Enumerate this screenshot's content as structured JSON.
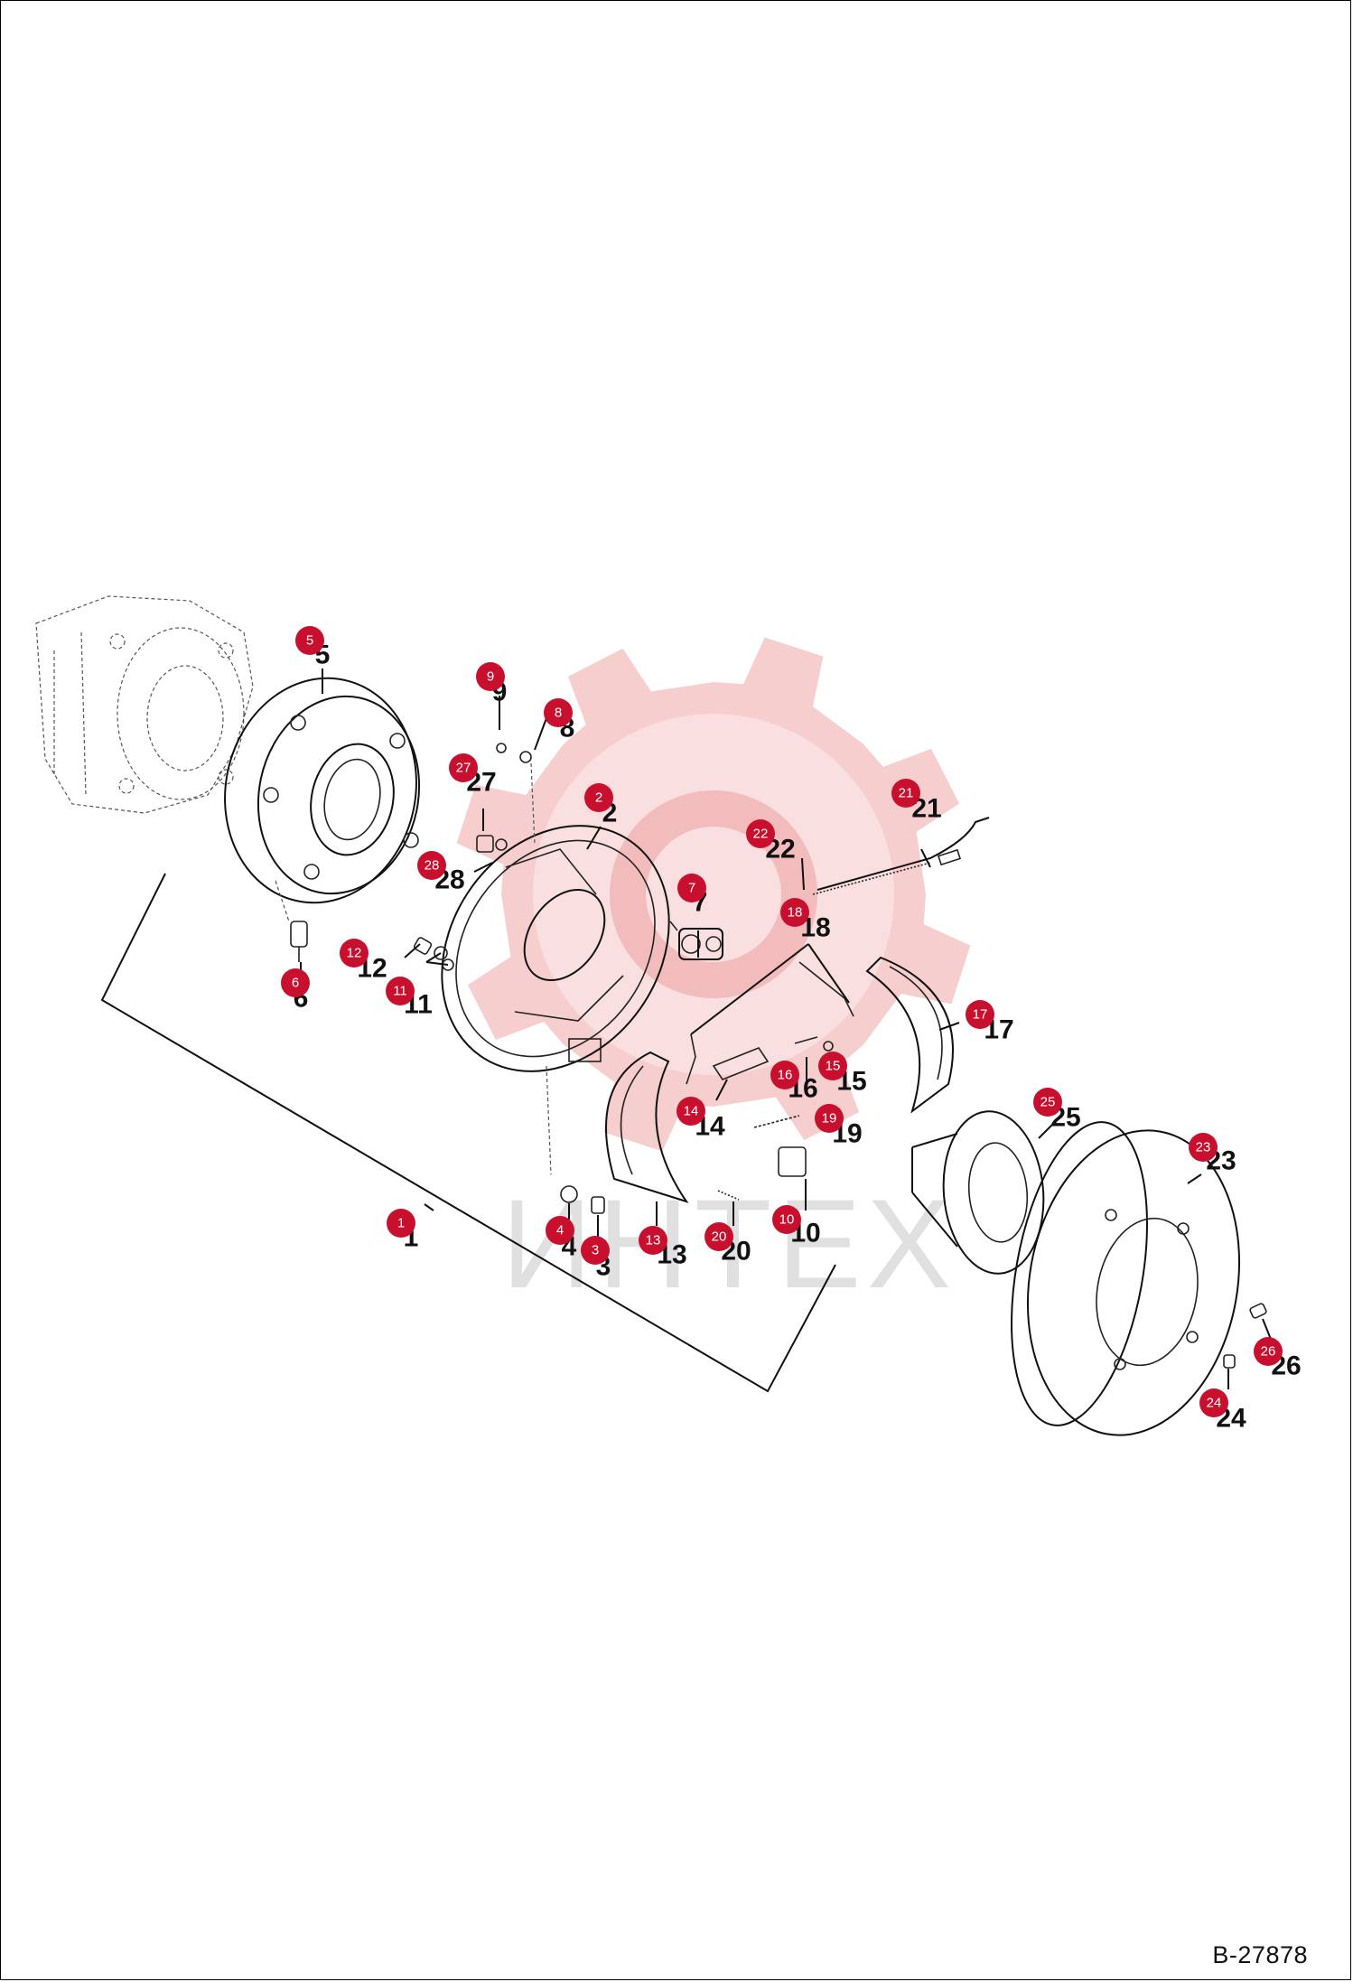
{
  "figure": {
    "code": "B-27878",
    "watermark": "ИНТЕХ",
    "accent_color": "#c8102e",
    "watermark_color": "#f6c9c9"
  },
  "callouts": [
    {
      "id": "1",
      "label": "1"
    },
    {
      "id": "2",
      "label": "2"
    },
    {
      "id": "3",
      "label": "3"
    },
    {
      "id": "4",
      "label": "4"
    },
    {
      "id": "5",
      "label": "5"
    },
    {
      "id": "6",
      "label": "6"
    },
    {
      "id": "7",
      "label": "7"
    },
    {
      "id": "8",
      "label": "8"
    },
    {
      "id": "9",
      "label": "9"
    },
    {
      "id": "10",
      "label": "10"
    },
    {
      "id": "11",
      "label": "11"
    },
    {
      "id": "12",
      "label": "12"
    },
    {
      "id": "13",
      "label": "13"
    },
    {
      "id": "14",
      "label": "14"
    },
    {
      "id": "15",
      "label": "15"
    },
    {
      "id": "16",
      "label": "16"
    },
    {
      "id": "17",
      "label": "17"
    },
    {
      "id": "18",
      "label": "18"
    },
    {
      "id": "19",
      "label": "19"
    },
    {
      "id": "20",
      "label": "20"
    },
    {
      "id": "21",
      "label": "21"
    },
    {
      "id": "22",
      "label": "22"
    },
    {
      "id": "23",
      "label": "23"
    },
    {
      "id": "24",
      "label": "24"
    },
    {
      "id": "25",
      "label": "25"
    },
    {
      "id": "26",
      "label": "26"
    },
    {
      "id": "27",
      "label": "27"
    },
    {
      "id": "28",
      "label": "28"
    }
  ]
}
